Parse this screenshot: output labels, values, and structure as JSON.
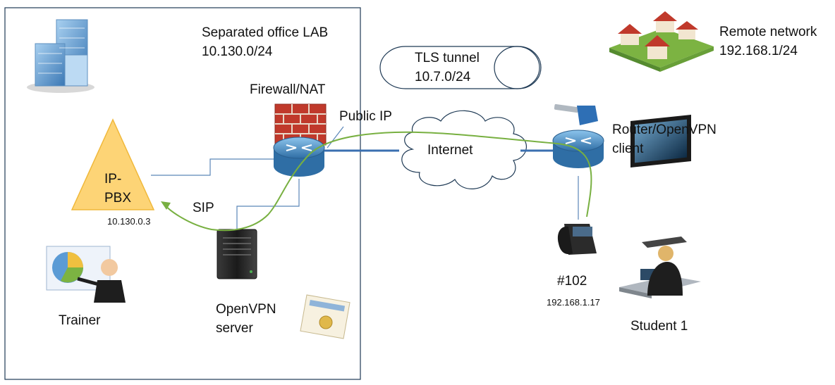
{
  "lab": {
    "title": "Separated office LAB",
    "subnet": "10.130.0/24"
  },
  "remote": {
    "title": "Remote network",
    "subnet": "192.168.1/24"
  },
  "tunnel": {
    "title": "TLS tunnel",
    "subnet": "10.7.0/24"
  },
  "firewall": {
    "label": "Firewall/NAT"
  },
  "public_ip": {
    "label": "Public IP"
  },
  "internet": {
    "label": "Internet"
  },
  "router": {
    "line1": "Router/OpenVPN",
    "line2": "client"
  },
  "pbx": {
    "line1": "IP-",
    "line2": "PBX",
    "ip": "10.130.0.3"
  },
  "sip": {
    "label": "SIP"
  },
  "openvpn_server": {
    "line1": "OpenVPN",
    "line2": "server"
  },
  "trainer": {
    "label": "Trainer"
  },
  "phone": {
    "ext": "#102",
    "ip": "192.168.1.17"
  },
  "student": {
    "label": "Student 1"
  },
  "colors": {
    "lab_border": "#1f3a55",
    "pbx_fill": "#fdd476",
    "pbx_stroke": "#f0b83a",
    "link_blue": "#3a6fb0",
    "thin_link": "#5b86b8",
    "sip_green": "#78b041",
    "router_blue": "#4a90c8",
    "firewall_red": "#c0392b"
  }
}
